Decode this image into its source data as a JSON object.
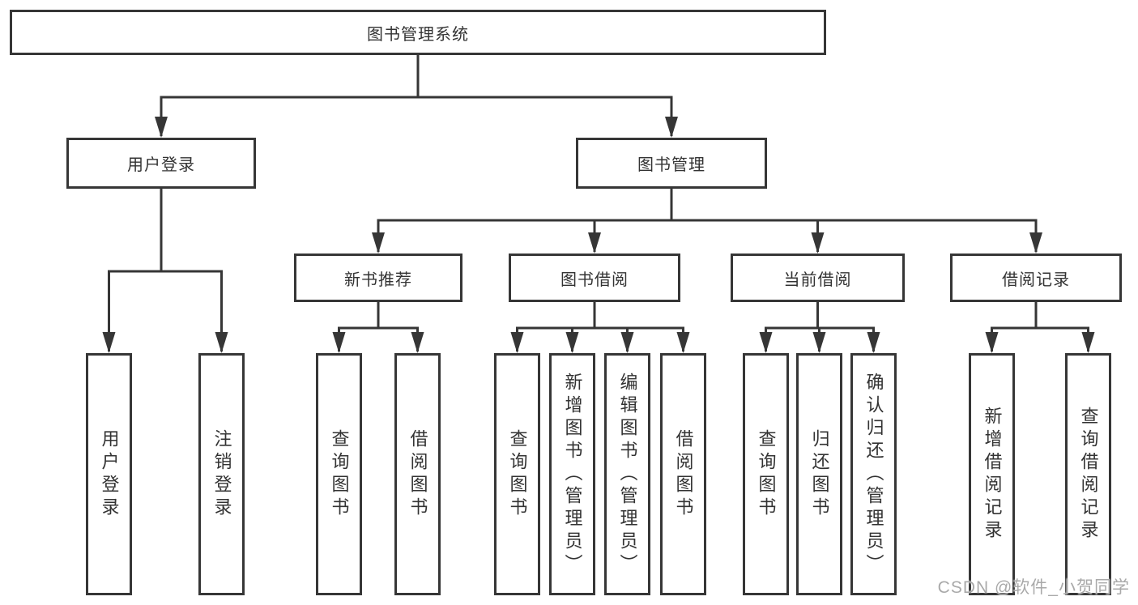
{
  "tree": {
    "label": "图书管理系统",
    "children": [
      {
        "label": "用户登录",
        "children": [
          {
            "label": "用户登录"
          },
          {
            "label": "注销登录"
          }
        ]
      },
      {
        "label": "图书管理",
        "children": [
          {
            "label": "新书推荐",
            "children": [
              {
                "label": "查询图书"
              },
              {
                "label": "借阅图书"
              }
            ]
          },
          {
            "label": "图书借阅",
            "children": [
              {
                "label": "查询图书"
              },
              {
                "label": "新增图书（管理员）"
              },
              {
                "label": "编辑图书（管理员）"
              },
              {
                "label": "借阅图书"
              }
            ]
          },
          {
            "label": "当前借阅",
            "children": [
              {
                "label": "查询图书"
              },
              {
                "label": "归还图书"
              },
              {
                "label": "确认归还（管理员）"
              }
            ]
          },
          {
            "label": "借阅记录",
            "children": [
              {
                "label": "新增借阅记录"
              },
              {
                "label": "查询借阅记录"
              }
            ]
          }
        ]
      }
    ]
  },
  "watermark": {
    "text": "CSDN @软件_小贺同学"
  },
  "colors": {
    "line": "#363636",
    "text": "#333333",
    "background": "#ffffff",
    "watermark": "#a9a9a9"
  }
}
